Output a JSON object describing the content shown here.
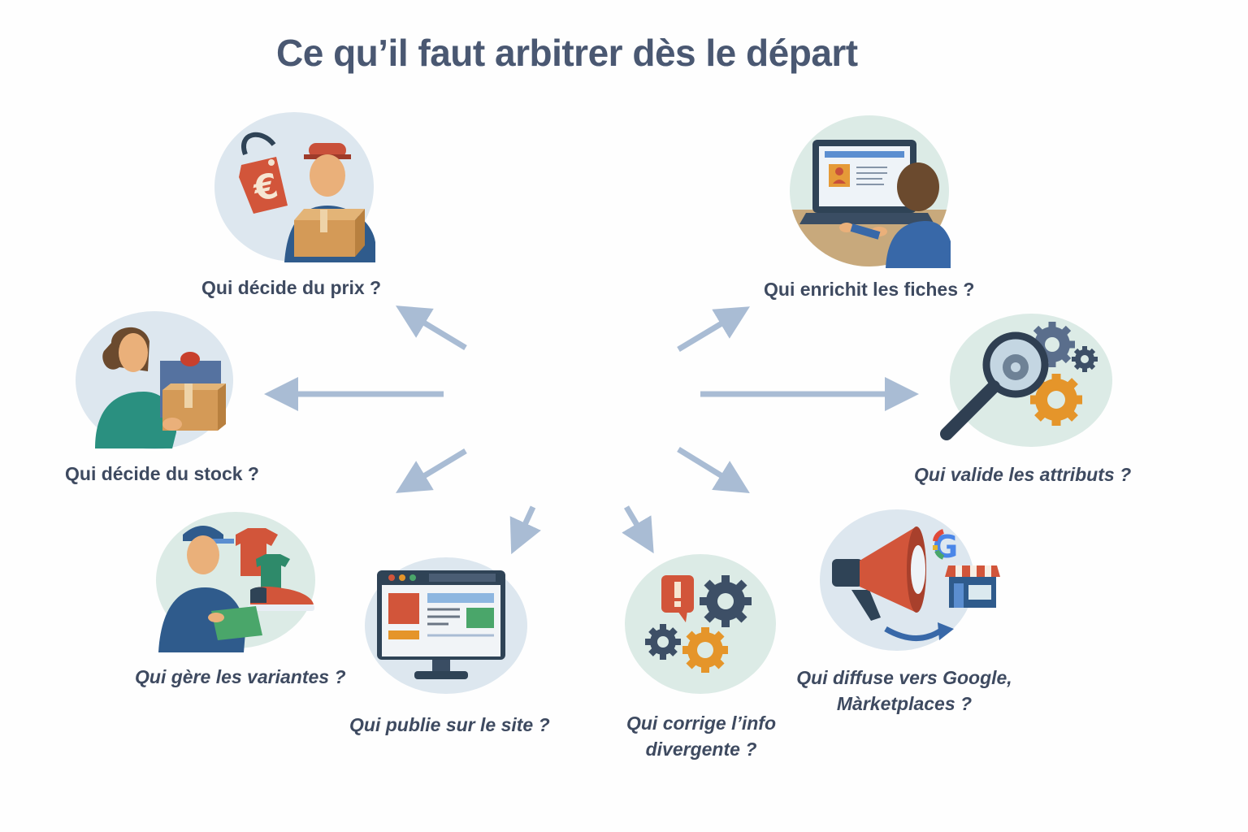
{
  "title": "Ce qu’il faut arbitrer dès le départ",
  "colors": {
    "title": "#4a5872",
    "label": "#3e4a60",
    "arrow": "#a9bcd4",
    "circle_blue": "#dde7ef",
    "circle_green": "#dcebe6",
    "accent_red": "#d2553a",
    "accent_orange": "#e5952a",
    "accent_navy": "#2f4356"
  },
  "nodes": [
    {
      "id": "prix",
      "icon": "price-tag-delivery-person-icon",
      "label": "Qui décide du prix ?"
    },
    {
      "id": "fiches",
      "icon": "person-at-laptop-icon",
      "label": "Qui enrichit les fiches ?"
    },
    {
      "id": "stock",
      "icon": "woman-holding-boxes-icon",
      "label": "Qui décide du stock ?"
    },
    {
      "id": "attributs",
      "icon": "magnifier-gears-icon",
      "label": "Qui valide les attributs ?"
    },
    {
      "id": "variantes",
      "icon": "person-with-clothing-variants-icon",
      "label": "Qui gère les variantes ?"
    },
    {
      "id": "site",
      "icon": "website-monitor-icon",
      "label": "Qui publie sur le site ?"
    },
    {
      "id": "info",
      "icon": "alert-gears-icon",
      "label_line1": "Qui corrige l’info",
      "label_line2": "divergente ?"
    },
    {
      "id": "diffusion",
      "icon": "megaphone-google-store-icon",
      "label_line1": "Qui diffuse vers Google,",
      "label_line2": "Màrketplaces ?"
    }
  ],
  "arrows": [
    {
      "to": "prix",
      "direction": "up-left"
    },
    {
      "to": "stock",
      "direction": "left"
    },
    {
      "to": "variantes",
      "direction": "down-left"
    },
    {
      "to": "site",
      "direction": "down-left-steep"
    },
    {
      "to": "info",
      "direction": "down-right-steep"
    },
    {
      "to": "diffusion",
      "direction": "down-right"
    },
    {
      "to": "attributs",
      "direction": "right"
    },
    {
      "to": "fiches",
      "direction": "up-right"
    }
  ]
}
